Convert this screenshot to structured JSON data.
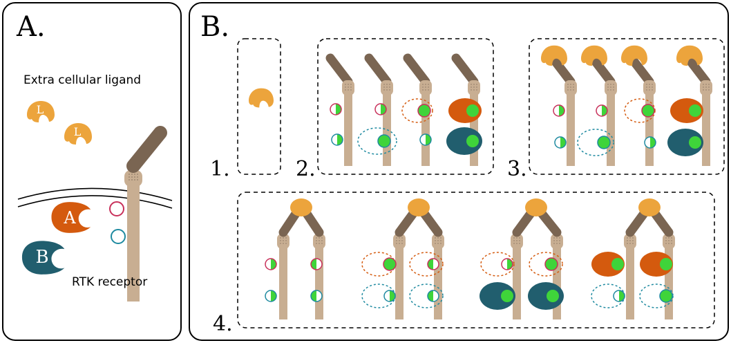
{
  "panel_a": {
    "label": "A.",
    "ligand_caption": "Extra cellular ligand",
    "receptor_caption": "RTK receptor",
    "ligand_letter": "L",
    "protein_a_letter": "A",
    "protein_b_letter": "B"
  },
  "panel_b": {
    "label": "B.",
    "steps": [
      "1.",
      "2.",
      "3.",
      "4."
    ]
  },
  "colors": {
    "ligand": "#ECA43C",
    "receptor_arm": "#7A6552",
    "receptor_stem": "#C8AE92",
    "protein_a": "#D45A0E",
    "protein_b": "#215E6E",
    "site_a_ring": "#C8305A",
    "site_b_ring": "#1E8AA0",
    "phospho": "#3FD43A",
    "membrane": "#000000"
  }
}
